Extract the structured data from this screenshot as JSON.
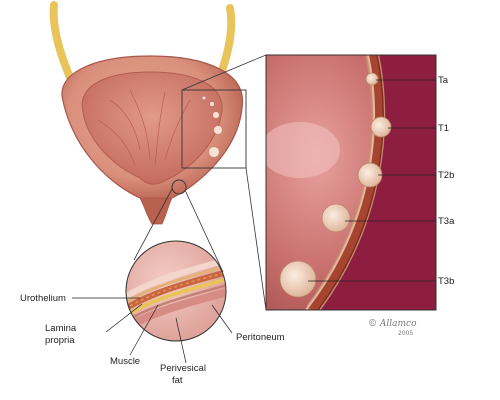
{
  "diagram": {
    "stage_labels": [
      {
        "id": "ta",
        "label": "Ta"
      },
      {
        "id": "t1",
        "label": "T1"
      },
      {
        "id": "t2b",
        "label": "T2b"
      },
      {
        "id": "t3a",
        "label": "T3a"
      },
      {
        "id": "t3b",
        "label": "T3b"
      }
    ],
    "layer_labels": [
      {
        "id": "urothelium",
        "label": "Urothelium"
      },
      {
        "id": "lamina-propria",
        "label": [
          "Lamina",
          "propria"
        ]
      },
      {
        "id": "muscle",
        "label": "Muscle"
      },
      {
        "id": "perivesical-fat",
        "label": [
          "Perivesical",
          "fat"
        ]
      },
      {
        "id": "peritoneum",
        "label": "Peritoneum"
      }
    ],
    "signature": {
      "text": "Allamco",
      "year": "2005"
    },
    "colors": {
      "bladder_outer": "#d98f7c",
      "bladder_inner": "#cf7d6c",
      "mucosa": "#c46b5f",
      "ureter": "#e9c45a",
      "wall_muscle": "#a5442f",
      "tumor": "#f3d8c3",
      "background_tissue": "#8e1e3f"
    }
  }
}
